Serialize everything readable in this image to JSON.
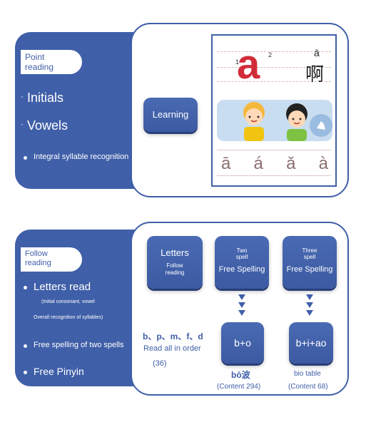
{
  "top": {
    "tab_label": "Point\nreading",
    "items": [
      "Initials",
      "Vowels",
      "Integral syllable recognition"
    ],
    "button_label": "Learning",
    "illustration": {
      "letter": "a",
      "stroke_1": "1",
      "stroke_2": "2",
      "pinyin": "ā",
      "hanzi": "啊",
      "tones": [
        "ā",
        "á",
        "ǎ",
        "à"
      ]
    }
  },
  "bottom": {
    "tab_label": "Follow\nreading",
    "items": {
      "letters_read": "Letters read",
      "note_1": "(Initial consonant, vowel",
      "note_2": "Overall recognition of syllables)",
      "free_spelling_two": "Free spelling of two spells",
      "free_pinyin": "Free Pinyin"
    },
    "letters_button": {
      "title": "Letters",
      "sub": "Follow\nreading"
    },
    "two_spell_button": {
      "small": "Two\nspell",
      "label": "Free Spelling"
    },
    "three_spell_button": {
      "small": "Three\nspell",
      "label": "Free Spelling"
    },
    "letters_list": "b、p、m、f、d",
    "read_all": "Read all in order",
    "read_count": "(36)",
    "result_two": {
      "label": "b+o",
      "word": "bō波",
      "content": "(Content 294)"
    },
    "result_three": {
      "label": "b+i+ao",
      "word": "bio table",
      "content": "(Content 68)"
    }
  },
  "colors": {
    "primary_blue": "#3f5fa8",
    "letter_red": "#d22b3a",
    "tone_color": "#8b6f6f"
  }
}
